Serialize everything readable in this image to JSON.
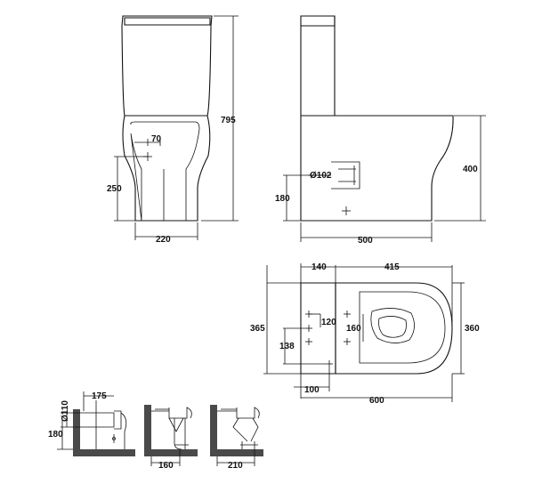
{
  "front_view": {
    "height_total": "795",
    "waste_outlet_width": "70",
    "waste_outlet_height": "250",
    "base_width": "220"
  },
  "side_view": {
    "pipe_diameter": "Ø102",
    "outlet_height": "180",
    "pan_height": "400",
    "depth": "500"
  },
  "plan_view": {
    "cistern_depth": "140",
    "pan_length": "415",
    "overall_width": "365",
    "fixing_spacing": "120",
    "fixing_offset": "138",
    "seat_fixing": "160",
    "pan_width": "360",
    "rear_offset": "100",
    "overall_length": "600"
  },
  "installation_details": {
    "horizontal": {
      "pipe_size": "Ø110",
      "spacing": "175",
      "height": "180"
    },
    "vertical_a": {
      "spacing": "160"
    },
    "vertical_b": {
      "spacing": "210"
    }
  }
}
